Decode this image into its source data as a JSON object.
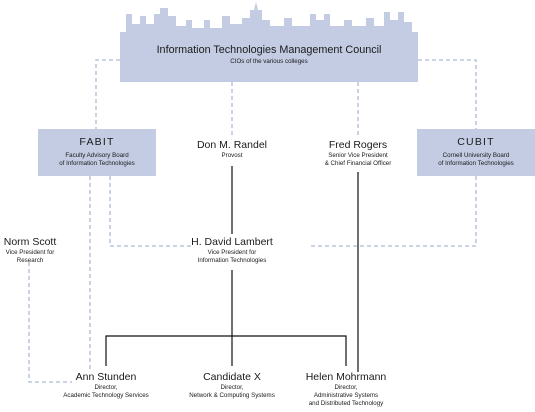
{
  "colors": {
    "box_fill": "#c3cce3",
    "dashed_line": "#aebad8",
    "solid_line": "#111111"
  },
  "council": {
    "title": "Information Technologies Management Council",
    "subtitle": "CIOs of the various colleges"
  },
  "fabit": {
    "title": "FABIT",
    "line1": "Faculty Advisory Board",
    "line2": "of Information Technologies"
  },
  "cubit": {
    "title": "CUBIT",
    "line1": "Cornell University Board",
    "line2": "of Information Technologies"
  },
  "people": {
    "randel": {
      "name": "Don M. Randel",
      "line1": "Provost"
    },
    "rogers": {
      "name": "Fred Rogers",
      "line1": "Senior Vice President",
      "line2": "& Chief Financial Officer"
    },
    "scott": {
      "name": "Norm Scott",
      "line1": "Vice President for",
      "line2": "Research"
    },
    "lambert": {
      "name": "H. David Lambert",
      "line1": "Vice President for",
      "line2": "Information Technologies"
    },
    "stunden": {
      "name": "Ann Stunden",
      "line1": "Director,",
      "line2": "Academic Technology Services"
    },
    "candidate": {
      "name": "Candidate X",
      "line1": "Director,",
      "line2": "Network & Computing Systems"
    },
    "mohrmann": {
      "name": "Helen Mohrmann",
      "line1": "Director,",
      "line2": "Administrative Systems",
      "line3": "and Distributed Technology"
    }
  }
}
